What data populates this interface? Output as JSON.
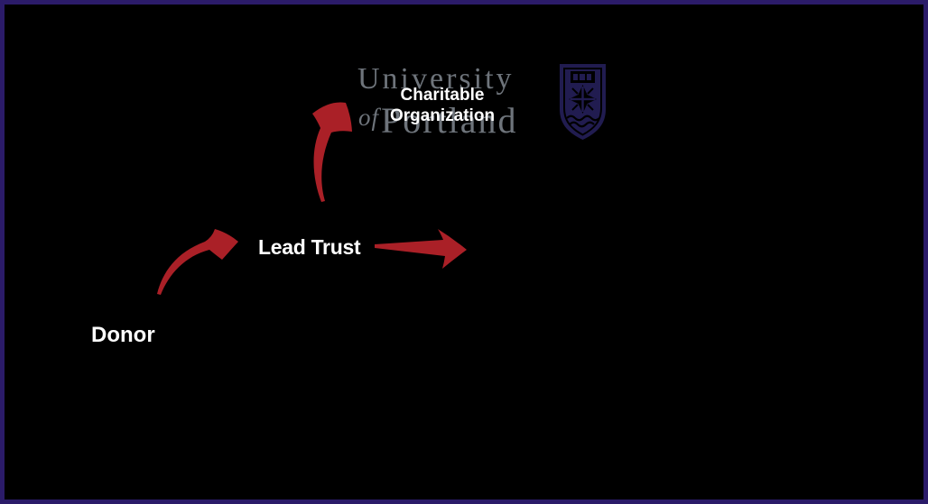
{
  "frame": {
    "background": "#000000",
    "border_color": "#2b1b69"
  },
  "logo": {
    "word1": "University",
    "word2": "of",
    "word3": "Portland",
    "text_color": "#6e747b",
    "shield_color": "#211c50",
    "shield_icon": "university-crest-shield"
  },
  "diagram": {
    "label_color": "#ffffff",
    "arrow_color": "#aa2027",
    "nodes": {
      "donor": {
        "label": "Donor"
      },
      "lead_trust": {
        "label": "Lead Trust"
      },
      "charity": {
        "line1": "Charitable",
        "line2": "Organization"
      }
    },
    "edges": [
      {
        "from": "Donor",
        "to": "Lead Trust",
        "style": "curved-red-arrow"
      },
      {
        "from": "Lead Trust",
        "to": "Charitable Organization",
        "style": "curved-red-arrow"
      },
      {
        "from": "Lead Trust",
        "to": "unlabeled-right",
        "style": "straight-red-arrow"
      }
    ]
  }
}
